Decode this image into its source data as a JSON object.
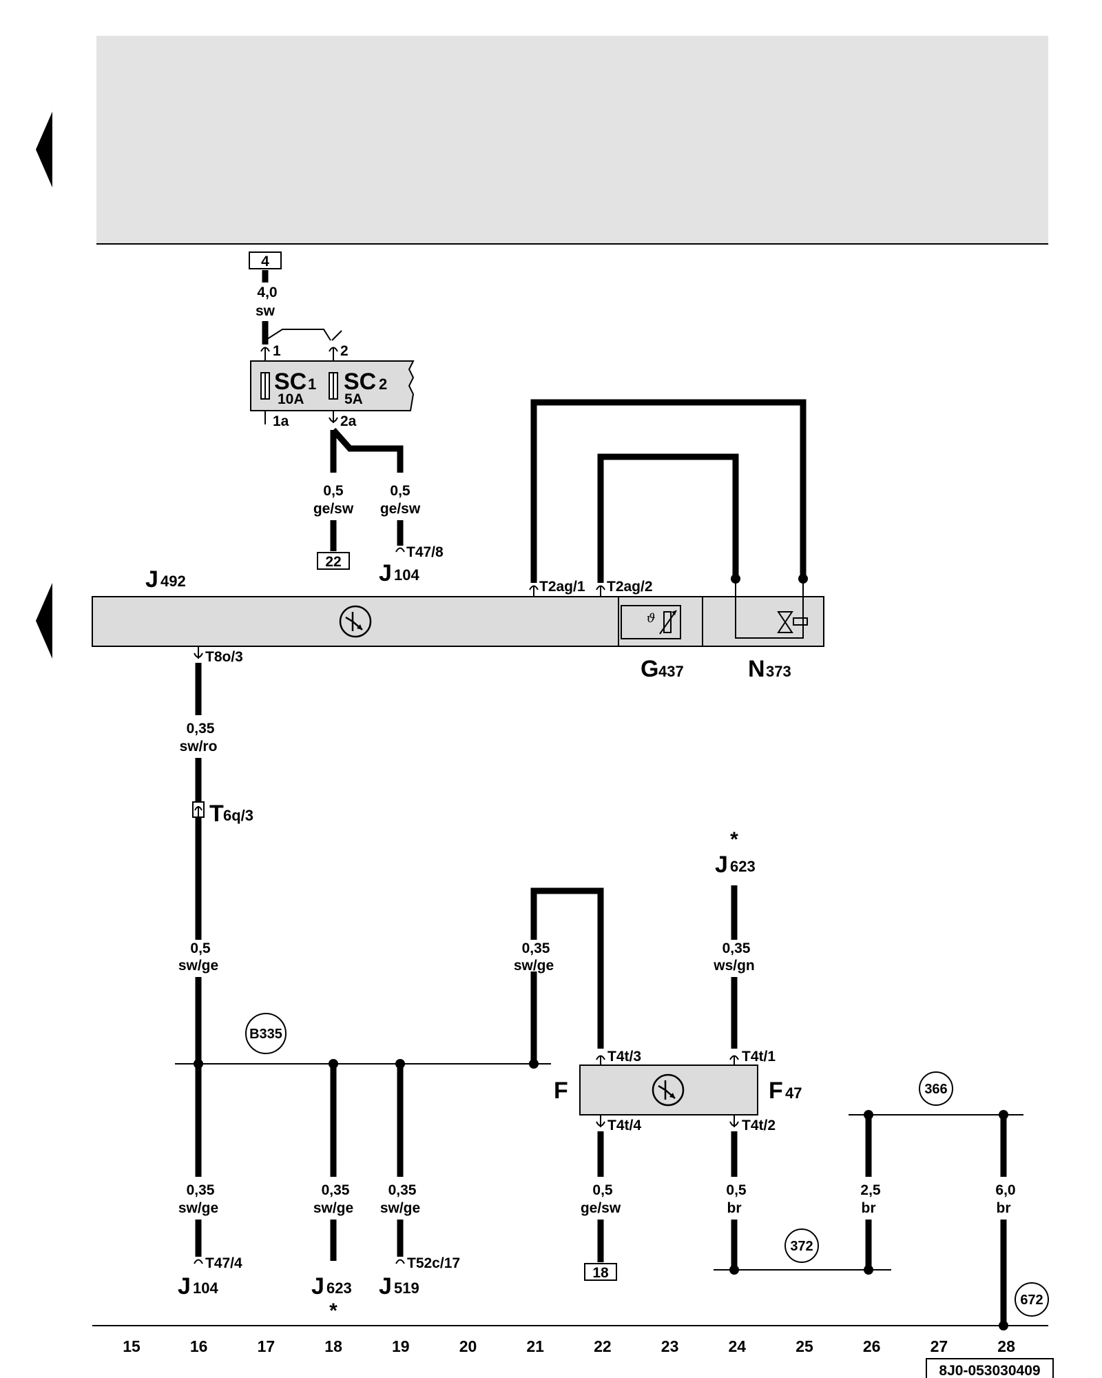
{
  "fuse_box": {
    "name_1": "SC",
    "sub_1": "1",
    "rating_1": "10A",
    "name_2": "SC",
    "sub_2": "2",
    "rating_2": "5A",
    "pin_in_1": "1",
    "pin_in_2": "2",
    "pin_out_1": "1a",
    "pin_out_2": "2a"
  },
  "refs": {
    "top_ref": "4",
    "ref_22": "22",
    "ref_18": "18",
    "circle_b335": "B335",
    "circle_366": "366",
    "circle_372": "372",
    "circle_672": "672"
  },
  "wires": {
    "w_in": {
      "size": "4,0",
      "color": "sw"
    },
    "w_2a_left": {
      "size": "0,5",
      "color": "ge/sw"
    },
    "w_2a_right": {
      "size": "0,5",
      "color": "ge/sw"
    },
    "w_t8o": {
      "size": "0,35",
      "color": "sw/ro"
    },
    "w_col16_mid": {
      "size": "0,5",
      "color": "sw/ge"
    },
    "w_col21": {
      "size": "0,35",
      "color": "sw/ge"
    },
    "w_col24_top": {
      "size": "0,35",
      "color": "ws/gn"
    },
    "w_col16_low": {
      "size": "0,35",
      "color": "sw/ge"
    },
    "w_col18_low": {
      "size": "0,35",
      "color": "sw/ge"
    },
    "w_col19_low": {
      "size": "0,35",
      "color": "sw/ge"
    },
    "w_col22_low": {
      "size": "0,5",
      "color": "ge/sw"
    },
    "w_col24_low": {
      "size": "0,5",
      "color": "br"
    },
    "w_col26": {
      "size": "2,5",
      "color": "br"
    },
    "w_col28": {
      "size": "6,0",
      "color": "br"
    }
  },
  "pins": {
    "t47_8": "T47/8",
    "t2ag_1": "T2ag/1",
    "t2ag_2": "T2ag/2",
    "t8o_3": "T8o/3",
    "t4t_3": "T4t/3",
    "t4t_1": "T4t/1",
    "t4t_4": "T4t/4",
    "t4t_2": "T4t/2",
    "t47_4": "T47/4",
    "t52c_17": "T52c/17"
  },
  "components": {
    "j492": {
      "letter": "J",
      "sub": "492"
    },
    "j104_top": {
      "letter": "J",
      "sub": "104"
    },
    "g437": {
      "letter": "G",
      "sub": "437"
    },
    "n373": {
      "letter": "N",
      "sub": "373"
    },
    "t6q": {
      "letter": "T",
      "sub": "6q/3"
    },
    "j623_top": {
      "letter": "J",
      "sub": "623",
      "mark": "*"
    },
    "f_left": {
      "letter": "F"
    },
    "f47": {
      "letter": "F",
      "sub": "47"
    },
    "j104_bot": {
      "letter": "J",
      "sub": "104"
    },
    "j623_bot": {
      "letter": "J",
      "sub": "623",
      "mark": "*"
    },
    "j519": {
      "letter": "J",
      "sub": "519"
    }
  },
  "columns": [
    "15",
    "16",
    "17",
    "18",
    "19",
    "20",
    "21",
    "22",
    "23",
    "24",
    "25",
    "26",
    "27",
    "28"
  ],
  "doc_code": "8J0-053030409"
}
